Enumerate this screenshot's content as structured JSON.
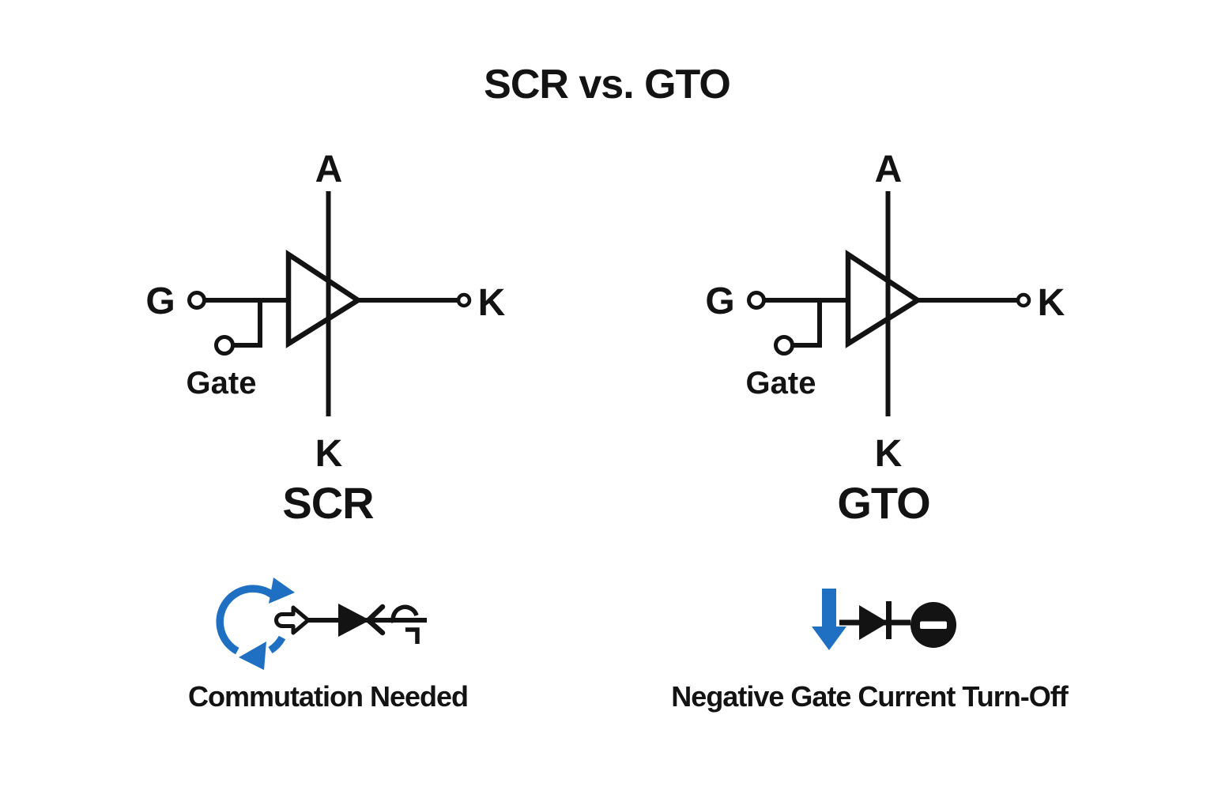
{
  "title": "SCR vs. GTO",
  "colors": {
    "ink": "#131313",
    "blue": "#1f6fc2"
  },
  "panels": {
    "scr": {
      "name": "SCR",
      "caption": "Commutation Needed",
      "terminals": {
        "anode": "A",
        "gate": "G",
        "gate_label": "Gate",
        "cathode": "K",
        "cathode_bottom": "K"
      }
    },
    "gto": {
      "name": "GTO",
      "caption": "Negative Gate Current Turn-Off",
      "terminals": {
        "anode": "A",
        "gate": "G",
        "gate_label": "Gate",
        "cathode": "K",
        "cathode_bottom": "K"
      }
    }
  },
  "icons": {
    "scr_cycle": "clockwise-commutation-cycle-icon",
    "scr_diode": "commutated-diode-icon",
    "gto_arrow": "down-arrow-icon",
    "gto_diode": "diode-icon",
    "gto_minus": "minus-circle-icon"
  }
}
